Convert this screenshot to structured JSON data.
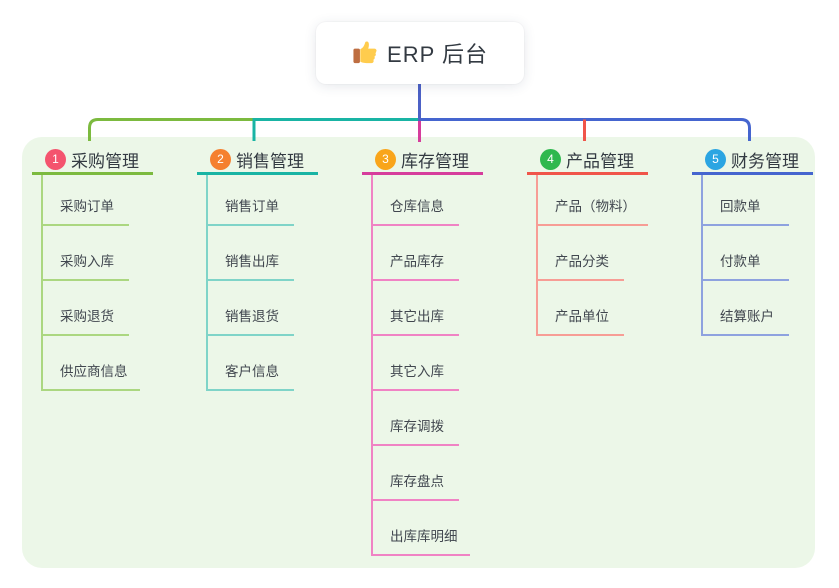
{
  "root": {
    "title": "ERP 后台",
    "icon": "thumbs-up"
  },
  "branches": [
    {
      "badge": "1",
      "label": "采购管理",
      "children": [
        "采购订单",
        "采购入库",
        "采购退货",
        "供应商信息"
      ]
    },
    {
      "badge": "2",
      "label": "销售管理",
      "children": [
        "销售订单",
        "销售出库",
        "销售退货",
        "客户信息"
      ]
    },
    {
      "badge": "3",
      "label": "库存管理",
      "children": [
        "仓库信息",
        "产品库存",
        "其它出库",
        "其它入库",
        "库存调拨",
        "库存盘点",
        "出库库明细"
      ]
    },
    {
      "badge": "4",
      "label": "产品管理",
      "children": [
        "产品（物料）",
        "产品分类",
        "产品单位"
      ]
    },
    {
      "badge": "5",
      "label": "财务管理",
      "children": [
        "回款单",
        "付款单",
        "结算账户"
      ]
    }
  ],
  "colors": {
    "panel_bg": "#ECF7E8",
    "root_connector": "#4C61C6",
    "branch1": "#7CBA3F",
    "branch1_light": "#ABD780",
    "branch2": "#19B4A4",
    "branch2_light": "#7FD4C8",
    "branch3": "#D63D9C",
    "branch3_light": "#F083C4",
    "branch4": "#F0554A",
    "branch4_light": "#F79D95",
    "branch5": "#4565CF",
    "branch5_light": "#8EA2DF",
    "badge1": "#F4546E",
    "badge2": "#F5802F",
    "badge3": "#F9A51A",
    "badge4": "#2FB84E",
    "badge5": "#2BA5E2",
    "text_dark": "#333A42",
    "text_child": "#41474F"
  }
}
